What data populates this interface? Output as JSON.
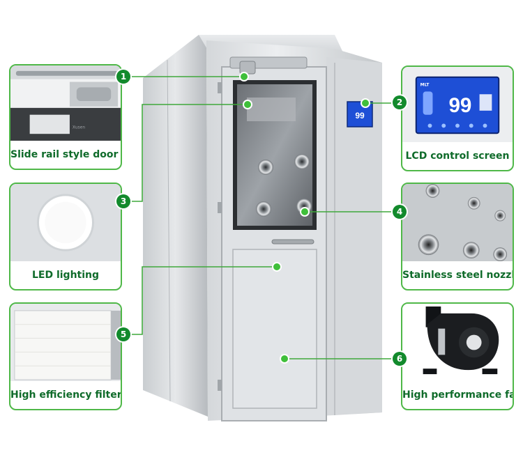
{
  "callouts": [
    {
      "number": "1",
      "label": "Slide rail style door closer"
    },
    {
      "number": "2",
      "label": "LCD control screen"
    },
    {
      "number": "3",
      "label": "LED lighting"
    },
    {
      "number": "4",
      "label": "Stainless steel nozzle"
    },
    {
      "number": "5",
      "label": "High efficiency filter"
    },
    {
      "number": "6",
      "label": "High performance fan"
    }
  ],
  "lcd": {
    "brand": "MLT",
    "count": "99"
  },
  "closer_brand": "Xusen",
  "colors": {
    "accent": "#4fb848",
    "badge": "#128a2c",
    "caption": "#0f6b2a",
    "lcd_blue": "#1e4fd6"
  }
}
